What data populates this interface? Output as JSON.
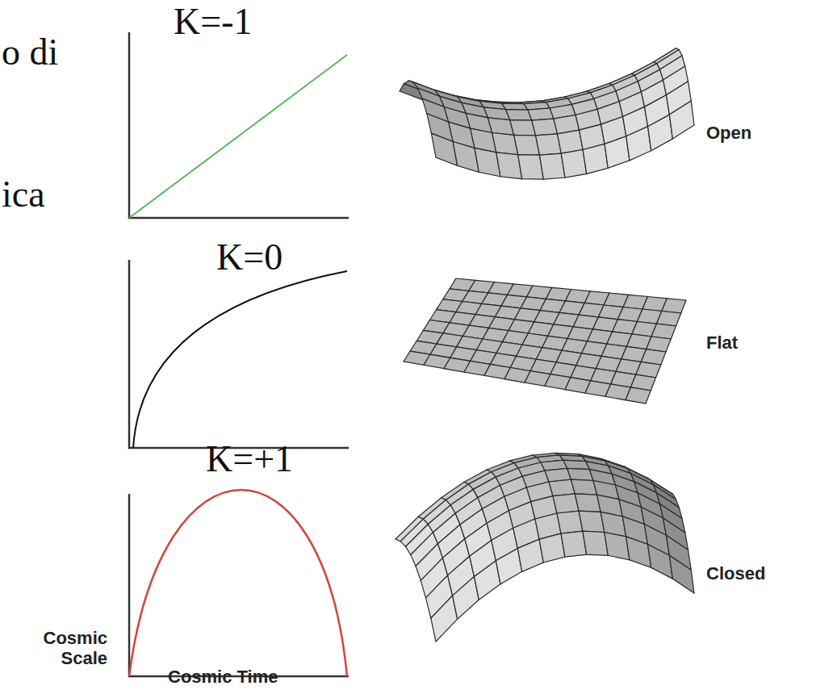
{
  "diagram": {
    "labels": [
      "o di",
      "ica",
      "K=-1",
      "K=0",
      "K=+1",
      "Open",
      "Flat",
      "Closed",
      "Cosmic Scale",
      "Cosmic Time"
    ]
  }
}
